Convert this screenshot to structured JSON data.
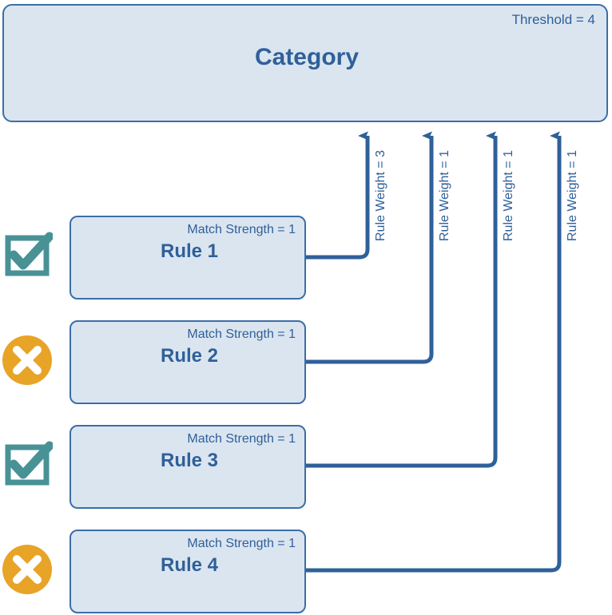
{
  "category": {
    "title": "Category",
    "threshold_label": "Threshold = 4",
    "threshold_value": 4
  },
  "rules": [
    {
      "name": "Rule 1",
      "match_strength_label": "Match Strength = 1",
      "match_strength": 1,
      "status_icon": "checkbox-checked-icon",
      "status": "matched",
      "weight_label": "Rule Weight = 3",
      "weight": 3
    },
    {
      "name": "Rule 2",
      "match_strength_label": "Match Strength = 1",
      "match_strength": 1,
      "status_icon": "circle-x-icon",
      "status": "not-matched",
      "weight_label": "Rule Weight = 1",
      "weight": 1
    },
    {
      "name": "Rule 3",
      "match_strength_label": "Match Strength = 1",
      "match_strength": 1,
      "status_icon": "checkbox-checked-icon",
      "status": "matched",
      "weight_label": "Rule Weight = 1",
      "weight": 1
    },
    {
      "name": "Rule 4",
      "match_strength_label": "Match Strength = 1",
      "match_strength": 1,
      "status_icon": "circle-x-icon",
      "status": "not-matched",
      "weight_label": "Rule Weight = 1",
      "weight": 1
    }
  ],
  "colors": {
    "box_fill": "#dbe5f0",
    "box_border": "#3a6ea8",
    "text_blue": "#2f6099",
    "connector": "#2f6099",
    "check_teal": "#489296",
    "x_orange": "#e8a427",
    "x_glyph": "#ffffff",
    "page_background": "#ffffff"
  }
}
